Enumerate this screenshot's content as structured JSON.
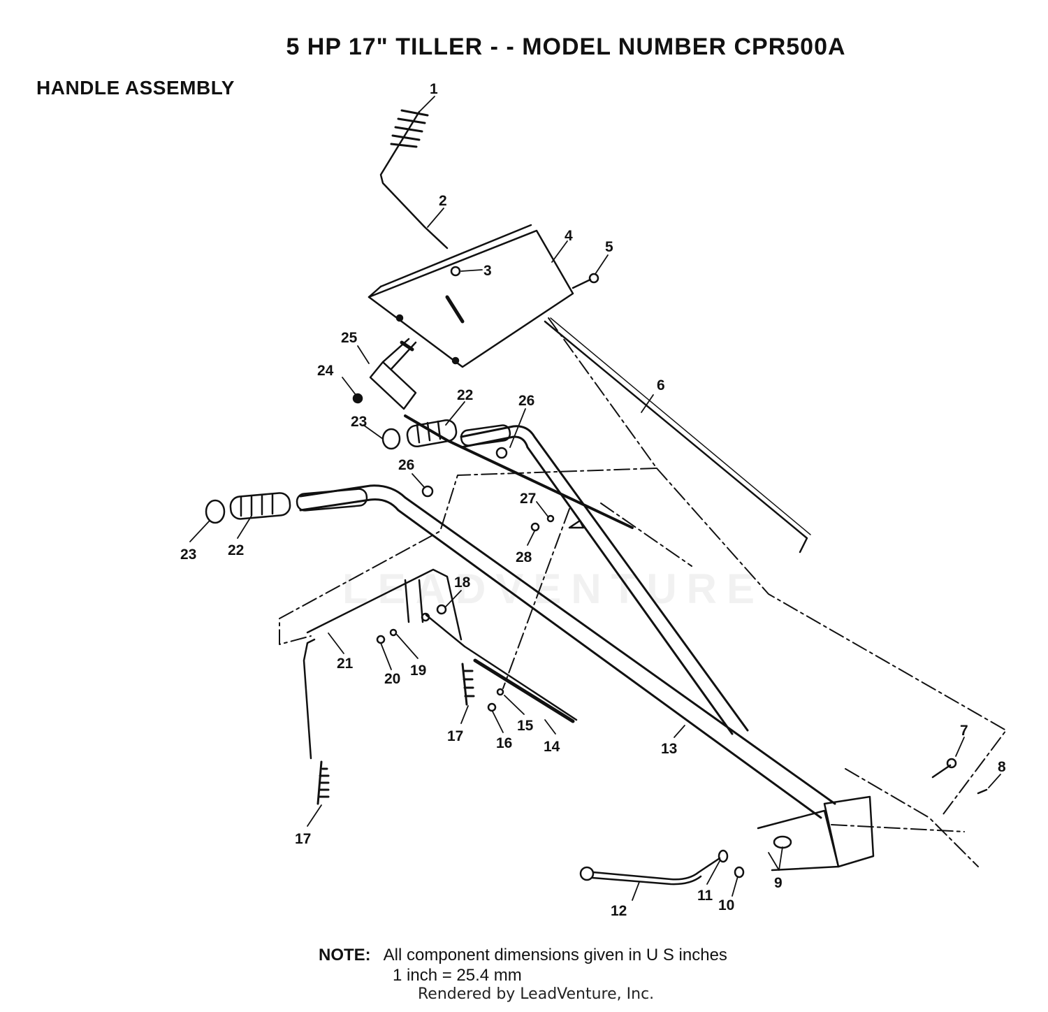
{
  "header": {
    "title": "5 HP  17\" TILLER - - MODEL NUMBER CPR500A",
    "subtitle": "HANDLE ASSEMBLY"
  },
  "callouts": [
    {
      "ref": "1",
      "label": "1"
    },
    {
      "ref": "2",
      "label": "2"
    },
    {
      "ref": "3",
      "label": "3"
    },
    {
      "ref": "4",
      "label": "4"
    },
    {
      "ref": "5",
      "label": "5"
    },
    {
      "ref": "6",
      "label": "6"
    },
    {
      "ref": "7",
      "label": "7"
    },
    {
      "ref": "8",
      "label": "8"
    },
    {
      "ref": "9",
      "label": "9"
    },
    {
      "ref": "10",
      "label": "10"
    },
    {
      "ref": "11",
      "label": "11"
    },
    {
      "ref": "12",
      "label": "12"
    },
    {
      "ref": "13",
      "label": "13"
    },
    {
      "ref": "14",
      "label": "14"
    },
    {
      "ref": "15",
      "label": "15"
    },
    {
      "ref": "16",
      "label": "16"
    },
    {
      "ref": "17a",
      "label": "17"
    },
    {
      "ref": "17b",
      "label": "17"
    },
    {
      "ref": "18",
      "label": "18"
    },
    {
      "ref": "19",
      "label": "19"
    },
    {
      "ref": "20",
      "label": "20"
    },
    {
      "ref": "21",
      "label": "21"
    },
    {
      "ref": "22a",
      "label": "22"
    },
    {
      "ref": "22b",
      "label": "22"
    },
    {
      "ref": "23a",
      "label": "23"
    },
    {
      "ref": "23b",
      "label": "23"
    },
    {
      "ref": "24",
      "label": "24"
    },
    {
      "ref": "25",
      "label": "25"
    },
    {
      "ref": "26a",
      "label": "26"
    },
    {
      "ref": "26b",
      "label": "26"
    },
    {
      "ref": "27",
      "label": "27"
    },
    {
      "ref": "28",
      "label": "28"
    }
  ],
  "note": {
    "label": "NOTE:",
    "line1": "All component dimensions given in U S  inches",
    "line2": "1 inch = 25.4 mm"
  },
  "footer": {
    "rendered_by": "Rendered by LeadVenture, Inc."
  },
  "watermark": "LEADVENTURE"
}
